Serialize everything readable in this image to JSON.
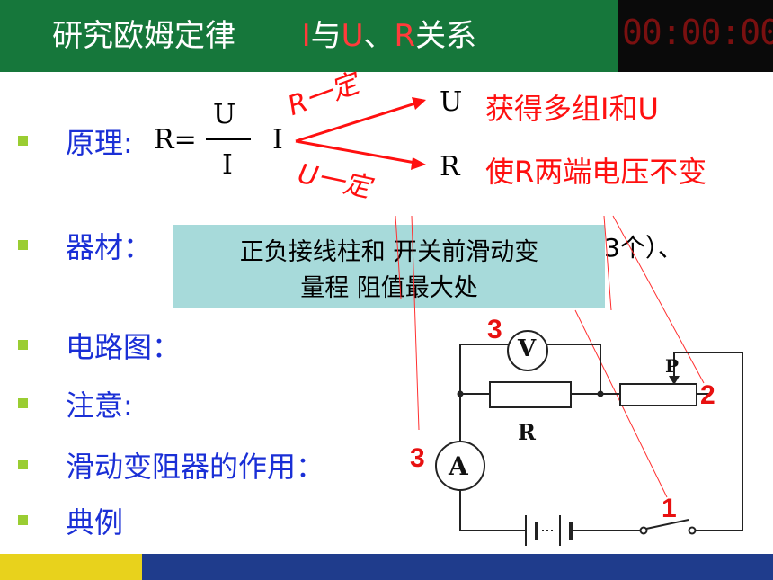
{
  "title": {
    "main": "研究欧姆定律",
    "relation_I": "I",
    "relation_with": "与",
    "relation_U": "U",
    "relation_sep": "、",
    "relation_R": "R",
    "relation_rest": "关系"
  },
  "clock": "00:00:00",
  "items": {
    "principle_label": "原理:",
    "materials_label": "器材：",
    "circuit_label": "电路图：",
    "attention_label": "注意:",
    "rheostat_label": "滑动变阻器的作用：",
    "example_label": "典例"
  },
  "formula": {
    "r_equals": "R=",
    "numerator": "U",
    "denominator": "I",
    "variable_I": "I",
    "branch_R_fixed": "R一定",
    "branch_U_fixed": "U一定",
    "target_U": "U",
    "target_R": "R",
    "result_U": "获得多组I和U",
    "result_R": "使R两端电压不变"
  },
  "materials_partial": "3个）、",
  "overlay": {
    "line1": "正负接线柱和 开关前滑动变",
    "line2": "量程 阻值最大处"
  },
  "circuit": {
    "voltmeter": "V",
    "ammeter": "A",
    "resistor": "R",
    "slider": "P",
    "num_voltmeter": "3",
    "num_rheostat": "2",
    "num_ammeter": "3",
    "num_switch": "1"
  },
  "colors": {
    "title_bg": "#16773b",
    "accent_red": "#ff1010",
    "item_blue": "#1a2fd6",
    "overlay_bg": "#a7dada",
    "bullet": "#9acd32",
    "footer_yellow": "#e8d21c",
    "footer_blue": "#1f3c8c"
  }
}
